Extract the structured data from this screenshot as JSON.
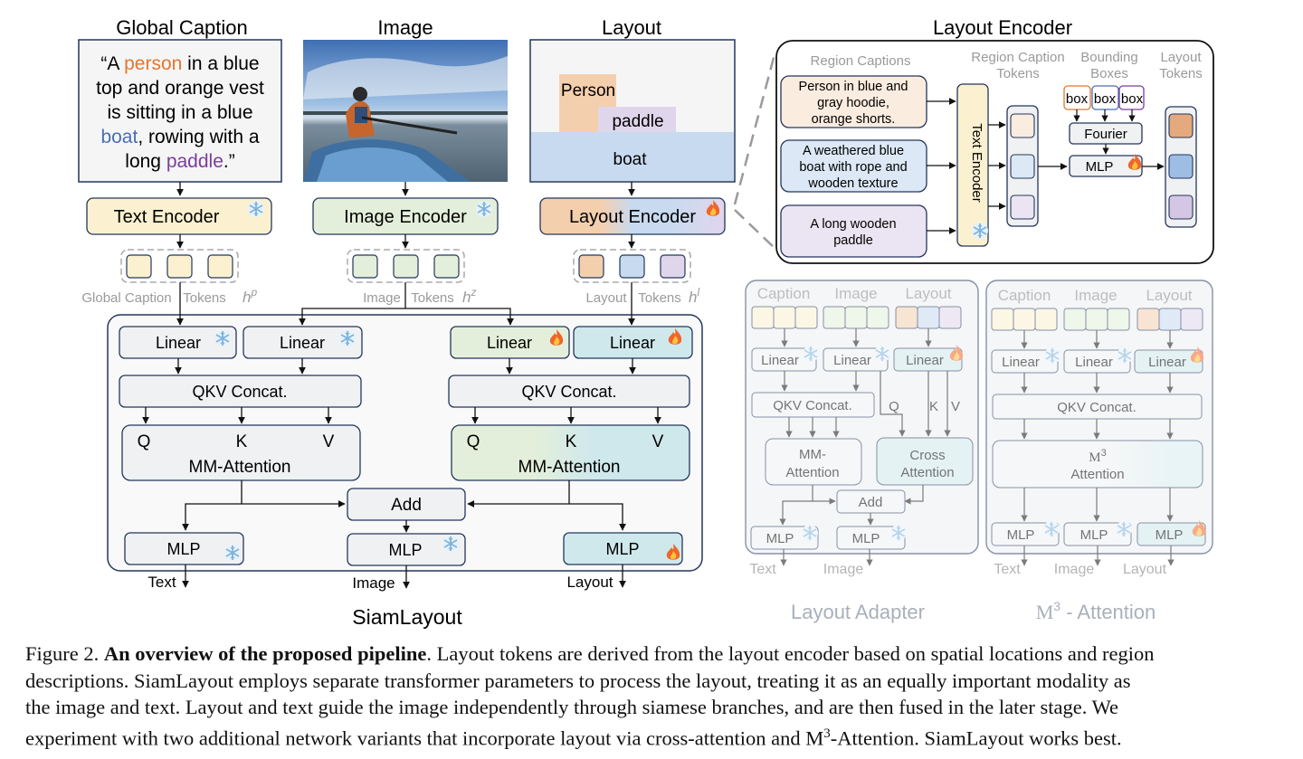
{
  "headers": {
    "global_caption": "Global Caption",
    "image": "Image",
    "layout": "Layout",
    "layout_encoder": "Layout Encoder"
  },
  "global_caption_text": {
    "line1_pre": "“A ",
    "line1_hl": "person",
    "line1_post": " in a blue",
    "line2": "top and orange vest",
    "line3": "is sitting in a blue",
    "line4_hl": "boat",
    "line4_post": ", rowing with a",
    "line5_pre": "long ",
    "line5_hl": "paddle",
    "line5_post": ".”"
  },
  "layout_boxes": {
    "person": "Person",
    "paddle": "paddle",
    "boat": "boat"
  },
  "encoders": {
    "text": "Text Encoder",
    "image": "Image Encoder",
    "layout": "Layout Encoder"
  },
  "token_labels": {
    "global_caption": "Global Caption",
    "image": "Image",
    "layout": "Layout",
    "tokens": "Tokens",
    "hp_base": "h",
    "hp_sup": "p",
    "hz_base": "h",
    "hz_sup": "z",
    "hl_base": "h",
    "hl_sup": "l"
  },
  "siam": {
    "linear": "Linear",
    "qkv": "QKV Concat.",
    "q": "Q",
    "k": "K",
    "v": "V",
    "mm_attention": "MM-Attention",
    "add": "Add",
    "mlp": "MLP",
    "out_text": "Text",
    "out_image": "Image",
    "out_layout": "Layout",
    "title": "SiamLayout"
  },
  "layout_encoder_panel": {
    "region_captions_header": "Region Captions",
    "region_caption_tokens_1": "Region Caption",
    "region_caption_tokens_2": "Tokens",
    "bounding_boxes_1": "Bounding",
    "bounding_boxes_2": "Boxes",
    "layout_tokens_1": "Layout",
    "layout_tokens_2": "Tokens",
    "rc1": [
      "Person in blue and",
      "gray hoodie,",
      "orange shorts."
    ],
    "rc2": [
      "A weathered blue",
      "boat with rope and",
      "wooden texture"
    ],
    "rc3": [
      "A long wooden",
      "paddle"
    ],
    "text_encoder": "Text Encoder",
    "box": "box",
    "fourier": "Fourier",
    "mlp": "MLP"
  },
  "adapter": {
    "caption": "Caption",
    "image": "Image",
    "layout": "Layout",
    "linear": "Linear",
    "qkv": "QKV Concat.",
    "q": "Q",
    "k": "K",
    "v": "V",
    "mm1": "MM-",
    "mm2": "Attention",
    "cross1": "Cross",
    "cross2": "Attention",
    "add": "Add",
    "mlp": "MLP",
    "out_text": "Text",
    "out_image": "Image",
    "title": "Layout Adapter"
  },
  "m3": {
    "caption": "Caption",
    "image": "Image",
    "layout": "Layout",
    "linear": "Linear",
    "qkv": "QKV Concat.",
    "m3_base": "M",
    "m3_sup": "3",
    "attention": "Attention",
    "mlp": "MLP",
    "out_text": "Text",
    "out_image": "Image",
    "out_layout": "Layout",
    "title_base": "M",
    "title_sup": "3",
    "title_rest": " - Attention"
  },
  "caption": {
    "prefix": "Figure 2. ",
    "bold": "An overview of the proposed pipeline",
    "line1_rest": ". Layout tokens are derived from the layout encoder based on spatial locations and region",
    "line2": "descriptions. SiamLayout employs separate transformer parameters to process the layout, treating it as an equally important modality as",
    "line3": "the image and text. Layout and text guide the image independently through siamese branches, and are then fused in the later stage. We",
    "line4_a": "experiment with two additional network variants that incorporate layout via cross-attention and M",
    "line4_sup": "3",
    "line4_b": "-Attention. SiamLayout works best."
  },
  "colors": {
    "text_yellow": "#fbf1d0",
    "image_green": "#e3efda",
    "layout_orange": "#f4cfae",
    "layout_blue": "#c8daf0",
    "layout_purple": "#e0d6ec",
    "teal": "#cfe8ec",
    "box_gray": "#f0f1f3",
    "navy": "#24375c",
    "person_orange": "#e4762f",
    "boat_blue": "#4a6eb5",
    "paddle_purple": "#7a3d9c",
    "light_panel_gray": "#a9b0ba"
  },
  "icons": [
    "snowflake-icon",
    "fire-icon"
  ]
}
